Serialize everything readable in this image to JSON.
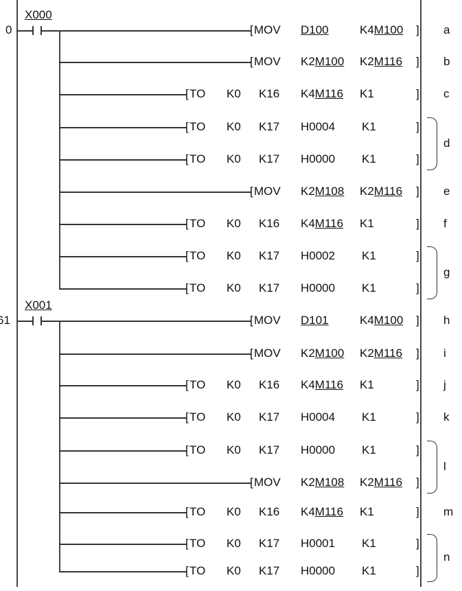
{
  "rungs": [
    {
      "step": "0",
      "contact": "X000",
      "rows": [
        {
          "instr": "MOV",
          "ops": [
            {
              "pre": "",
              "ul": "D100"
            },
            {
              "pre": "K4",
              "ul": "M100"
            }
          ]
        },
        {
          "instr": "MOV",
          "ops": [
            {
              "pre": "K2",
              "ul": "M100"
            },
            {
              "pre": "K2",
              "ul": "M116"
            }
          ]
        },
        {
          "instr": "TO",
          "ops": [
            {
              "pre": "K0",
              "ul": ""
            },
            {
              "pre": "K16",
              "ul": ""
            },
            {
              "pre": "K4",
              "ul": "M116"
            },
            {
              "pre": "K1",
              "ul": ""
            }
          ]
        },
        {
          "instr": "TO",
          "ops": [
            {
              "pre": "K0",
              "ul": ""
            },
            {
              "pre": "K17",
              "ul": ""
            },
            {
              "pre": "H0004",
              "ul": ""
            },
            {
              "pre": "K1",
              "ul": ""
            }
          ]
        },
        {
          "instr": "TO",
          "ops": [
            {
              "pre": "K0",
              "ul": ""
            },
            {
              "pre": "K17",
              "ul": ""
            },
            {
              "pre": "H0000",
              "ul": ""
            },
            {
              "pre": "K1",
              "ul": ""
            }
          ]
        },
        {
          "instr": "MOV",
          "ops": [
            {
              "pre": "K2",
              "ul": "M108"
            },
            {
              "pre": "K2",
              "ul": "M116"
            }
          ]
        },
        {
          "instr": "TO",
          "ops": [
            {
              "pre": "K0",
              "ul": ""
            },
            {
              "pre": "K16",
              "ul": ""
            },
            {
              "pre": "K4",
              "ul": "M116"
            },
            {
              "pre": "K1",
              "ul": ""
            }
          ]
        },
        {
          "instr": "TO",
          "ops": [
            {
              "pre": "K0",
              "ul": ""
            },
            {
              "pre": "K17",
              "ul": ""
            },
            {
              "pre": "H0002",
              "ul": ""
            },
            {
              "pre": "K1",
              "ul": ""
            }
          ]
        },
        {
          "instr": "TO",
          "ops": [
            {
              "pre": "K0",
              "ul": ""
            },
            {
              "pre": "K17",
              "ul": ""
            },
            {
              "pre": "H0000",
              "ul": ""
            },
            {
              "pre": "K1",
              "ul": ""
            }
          ]
        }
      ],
      "labels": [
        {
          "text": "a",
          "rows": [
            0
          ]
        },
        {
          "text": "b",
          "rows": [
            1
          ]
        },
        {
          "text": "c",
          "rows": [
            2
          ]
        },
        {
          "text": "d",
          "rows": [
            3,
            4
          ]
        },
        {
          "text": "e",
          "rows": [
            5
          ]
        },
        {
          "text": "f",
          "rows": [
            6
          ]
        },
        {
          "text": "g",
          "rows": [
            7,
            8
          ]
        }
      ]
    },
    {
      "step": "61",
      "contact": "X001",
      "rows": [
        {
          "instr": "MOV",
          "ops": [
            {
              "pre": "",
              "ul": "D101"
            },
            {
              "pre": "K4",
              "ul": "M100"
            }
          ]
        },
        {
          "instr": "MOV",
          "ops": [
            {
              "pre": "K2",
              "ul": "M100"
            },
            {
              "pre": "K2",
              "ul": "M116"
            }
          ]
        },
        {
          "instr": "TO",
          "ops": [
            {
              "pre": "K0",
              "ul": ""
            },
            {
              "pre": "K16",
              "ul": ""
            },
            {
              "pre": "K4",
              "ul": "M116"
            },
            {
              "pre": "K1",
              "ul": ""
            }
          ]
        },
        {
          "instr": "TO",
          "ops": [
            {
              "pre": "K0",
              "ul": ""
            },
            {
              "pre": "K17",
              "ul": ""
            },
            {
              "pre": "H0004",
              "ul": ""
            },
            {
              "pre": "K1",
              "ul": ""
            }
          ]
        },
        {
          "instr": "TO",
          "ops": [
            {
              "pre": "K0",
              "ul": ""
            },
            {
              "pre": "K17",
              "ul": ""
            },
            {
              "pre": "H0000",
              "ul": ""
            },
            {
              "pre": "K1",
              "ul": ""
            }
          ]
        },
        {
          "instr": "MOV",
          "ops": [
            {
              "pre": "K2",
              "ul": "M108"
            },
            {
              "pre": "K2",
              "ul": "M116"
            }
          ]
        },
        {
          "instr": "TO",
          "ops": [
            {
              "pre": "K0",
              "ul": ""
            },
            {
              "pre": "K16",
              "ul": ""
            },
            {
              "pre": "K4",
              "ul": "M116"
            },
            {
              "pre": "K1",
              "ul": ""
            }
          ]
        },
        {
          "instr": "TO",
          "ops": [
            {
              "pre": "K0",
              "ul": ""
            },
            {
              "pre": "K17",
              "ul": ""
            },
            {
              "pre": "H0001",
              "ul": ""
            },
            {
              "pre": "K1",
              "ul": ""
            }
          ]
        },
        {
          "instr": "TO",
          "ops": [
            {
              "pre": "K0",
              "ul": ""
            },
            {
              "pre": "K17",
              "ul": ""
            },
            {
              "pre": "H0000",
              "ul": ""
            },
            {
              "pre": "K1",
              "ul": ""
            }
          ]
        }
      ],
      "labels": [
        {
          "text": "h",
          "rows": [
            0
          ]
        },
        {
          "text": "i",
          "rows": [
            1
          ]
        },
        {
          "text": "j",
          "rows": [
            2
          ]
        },
        {
          "text": "k",
          "rows": [
            3
          ]
        },
        {
          "text": "l",
          "rows": [
            4,
            5
          ]
        },
        {
          "text": "m",
          "rows": [
            6
          ]
        },
        {
          "text": "n",
          "rows": [
            7,
            8
          ]
        }
      ]
    }
  ]
}
